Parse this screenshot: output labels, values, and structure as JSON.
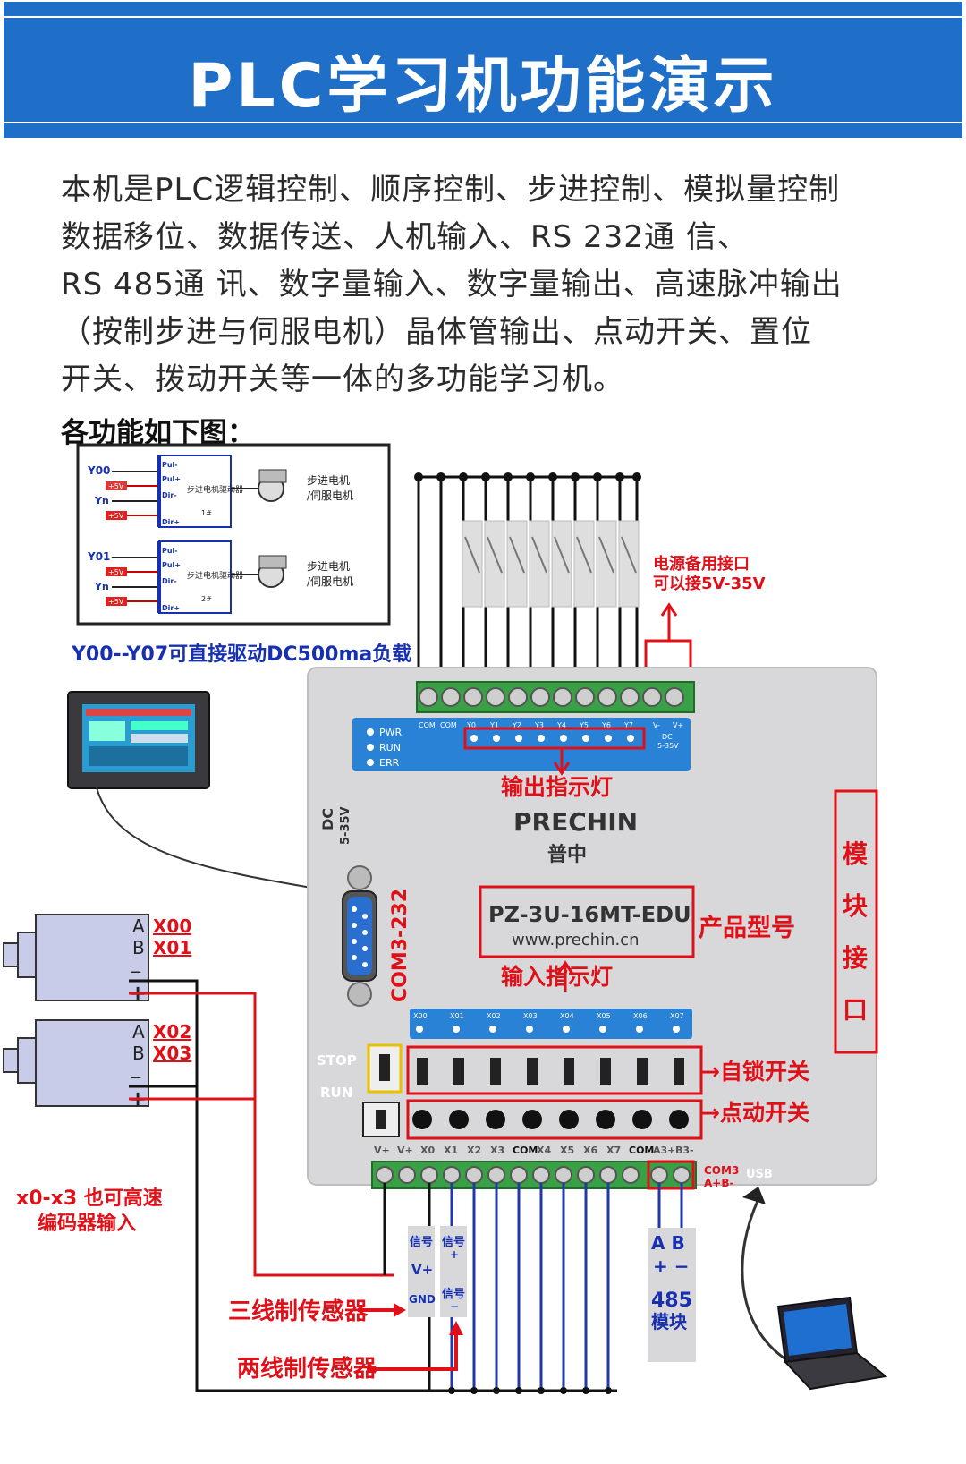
{
  "header": {
    "title": "PLC学习机功能演示"
  },
  "description": {
    "lines": [
      "本机是PLC逻辑控制、顺序控制、步进控制、模拟量控制",
      "数据移位、数据传送、人机输入、RS 232通 信、",
      "RS 485通 讯、数字量输入、数字量输出、高速脉冲输出",
      "（按制步进与伺服电机）晶体管输出、点动开关、置位",
      "开关、拨动开关等一体的多功能学习机。"
    ],
    "subheading": "各功能如下图："
  },
  "stepper_panel": {
    "row1": {
      "out": "Y00",
      "pins": [
        "Pul-",
        "Pul+",
        "Dir-",
        "Dir+"
      ],
      "supply": "+5V",
      "yn": "Yn",
      "driver": "步进电机驱动器",
      "num": "1#",
      "motor": "步进电机",
      "motor2": "/伺服电机"
    },
    "row2": {
      "out": "Y01",
      "pins": [
        "Pul-",
        "Pul+",
        "Dir-",
        "Dir+"
      ],
      "supply": "+5V",
      "yn": "Yn",
      "driver": "步进电机驱动器",
      "num": "2#",
      "motor": "步进电机",
      "motor2": "/伺服电机"
    },
    "caption": "Y00--Y07可直接驱动DC500ma负载"
  },
  "plc": {
    "brand_en": "PRECHIN",
    "brand_cn": "普中",
    "model": "PZ-3U-16MT-EDU",
    "website": "www.prechin.cn",
    "dc_label": "DC",
    "dc_range": "5-35V",
    "com_port": "COM3-232",
    "status_leds": [
      "PWR",
      "RUN",
      "ERR"
    ],
    "top_terminals": [
      "COM",
      "COM",
      "Y0",
      "Y1",
      "Y2",
      "Y3",
      "Y4",
      "Y5",
      "Y6",
      "Y7",
      "V-",
      "V+"
    ],
    "top_power_note": [
      "DC",
      "5-35V"
    ],
    "input_leds": [
      "X00",
      "X01",
      "X02",
      "X03",
      "X04",
      "X05",
      "X06",
      "X07"
    ],
    "switch_stop": "STOP",
    "switch_run": "RUN",
    "bottom_terminals": [
      "V+",
      "V+",
      "X0",
      "X1",
      "X2",
      "X3",
      "COM",
      "X4",
      "X5",
      "X6",
      "X7",
      "COM",
      "A3+",
      "B3-"
    ],
    "com3_label": [
      "COM3",
      "A+B-"
    ],
    "usb_label": "USB"
  },
  "callouts": {
    "power_backup": [
      "电源备用接口",
      "可以接5V-35V"
    ],
    "output_led": "输出指示灯",
    "input_led": "输入指示灯",
    "model_label": "产品型号",
    "module_port": [
      "模",
      "块",
      "接",
      "口"
    ],
    "latch_switch": "→自锁开关",
    "momentary_switch": "→点动开关",
    "encoder_note": [
      "x0-x3 也可高速",
      "编码器输入"
    ],
    "three_wire": "三线制传感器",
    "two_wire": "两线制传感器",
    "module_485": [
      "A B",
      "+ −",
      "485",
      "模块"
    ]
  },
  "encoders": [
    {
      "a": "A",
      "b": "B",
      "xa": "X00",
      "xb": "X01"
    },
    {
      "a": "A",
      "b": "B",
      "xa": "X02",
      "xb": "X03"
    }
  ],
  "sensor_tags": {
    "three": [
      "信号",
      "V+",
      "GND"
    ],
    "two": [
      "信号",
      "+",
      "信号",
      "−"
    ]
  },
  "colors": {
    "banner": "#1f6fc8",
    "callout_red": "#e01018",
    "caption_blue": "#1730b0",
    "plc_body": "#d8d8da",
    "led_strip": "#2a82d6",
    "terminal_green": "#39a046"
  }
}
